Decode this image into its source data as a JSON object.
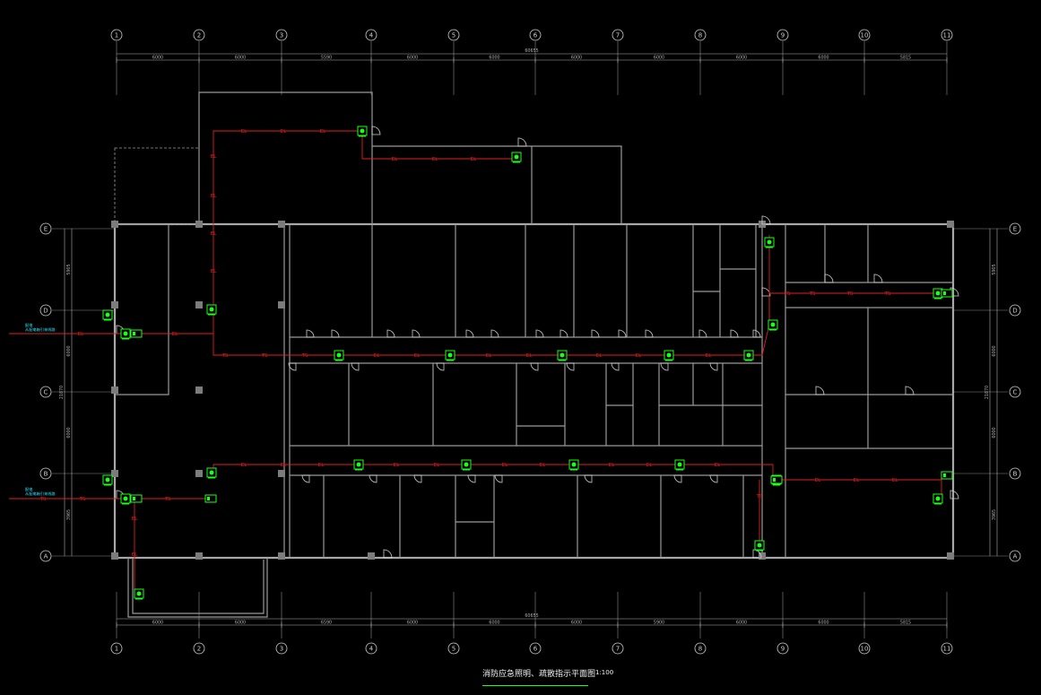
{
  "drawing": {
    "title": "消防应急照明、疏散指示平面图",
    "scale": "1:100"
  },
  "axes": {
    "columns": [
      "1",
      "2",
      "3",
      "4",
      "5",
      "6",
      "7",
      "8",
      "9",
      "10",
      "11"
    ],
    "rows": [
      "E",
      "D",
      "C",
      "B",
      "A"
    ]
  },
  "dimensions": {
    "top_overall": "60655",
    "top_segments": [
      "6000",
      "6000",
      "5590",
      "6000",
      "6000",
      "6000",
      "6000",
      "6000",
      "6000",
      "5815"
    ],
    "bottom_overall": "60655",
    "bottom_segments": [
      "6000",
      "6000",
      "6590",
      "6000",
      "6000",
      "6000",
      "5900",
      "6000",
      "6000",
      "5815"
    ],
    "left_overall": "21870",
    "left_segments": [
      "5905",
      "6000",
      "6000",
      "3965"
    ],
    "right_overall": "21870",
    "right_segments": [
      "5905",
      "6000",
      "6000",
      "3965"
    ]
  },
  "circuit_labels": {
    "emergency": "EL",
    "signage": "TS"
  },
  "notes": {
    "left_upper": [
      "配电",
      "从配电箱引来线路"
    ],
    "left_lower": [
      "配电",
      "从配电箱引来线路"
    ]
  },
  "colors": {
    "background": "#000000",
    "walls": "#9a9a9a",
    "wiring": "#e02020",
    "fixtures": "#1bff1b",
    "notes": "#27e4ff"
  }
}
